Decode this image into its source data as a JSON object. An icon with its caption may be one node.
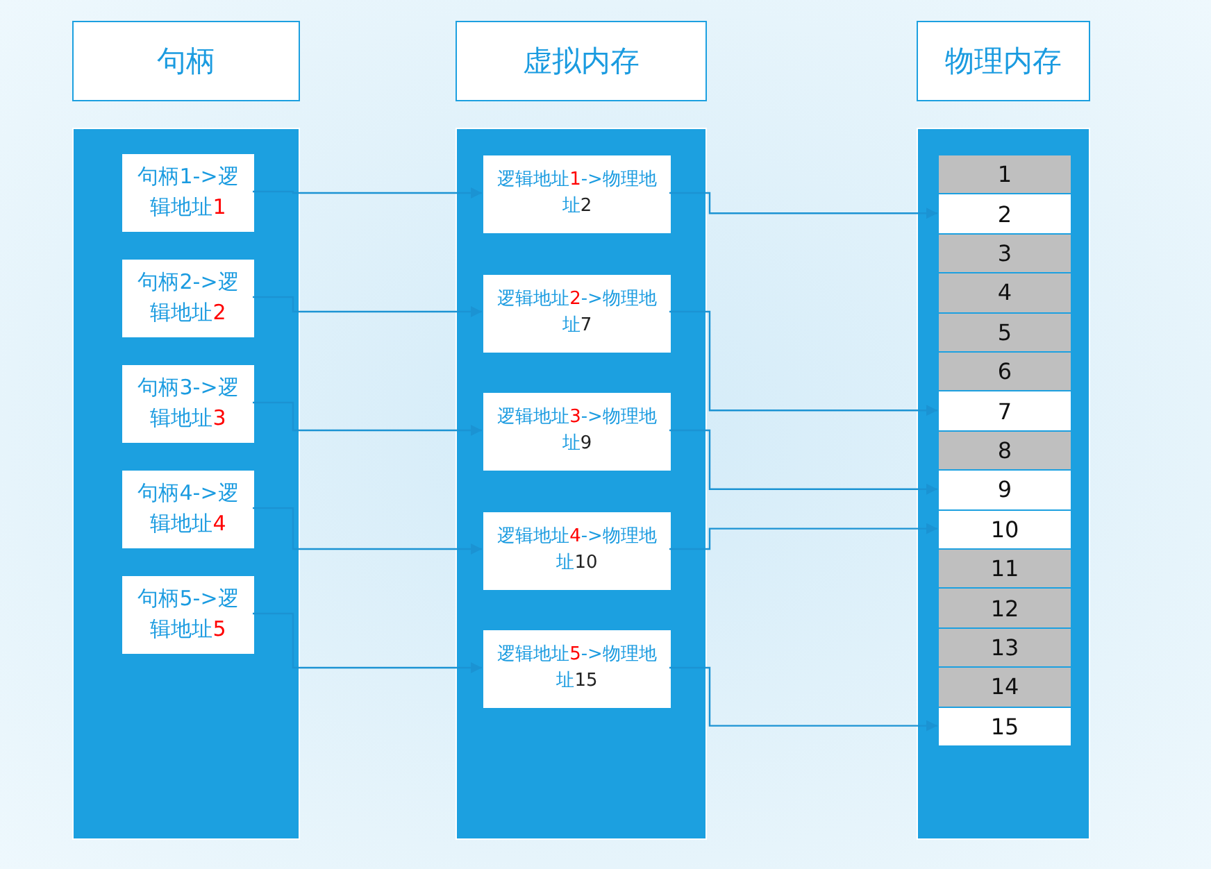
{
  "diagram": {
    "nodes": [
      {
        "text": [
          "句柄"
        ]
      },
      {
        "text": [
          "虚拟内存"
        ]
      },
      {
        "text": [
          "物理内存"
        ]
      },
      {
        "text": [],
        "shape": "box"
      },
      {
        "text": [],
        "shape": "box"
      },
      {
        "text": [],
        "shape": "box"
      },
      {
        "text": [
          "句柄1->逻辑地址1"
        ],
        "in": 3
      },
      {
        "text": [
          "句柄2->逻辑地址2"
        ],
        "in": 3
      },
      {
        "text": [
          "句柄3->逻辑地址3"
        ],
        "in": 3
      },
      {
        "text": [
          "句柄4->逻辑地址4"
        ],
        "in": 3
      },
      {
        "text": [
          "句柄5->逻辑地址5"
        ],
        "in": 3
      },
      {
        "text": [
          "逻辑地址1->物理地址2"
        ],
        "in": 4
      },
      {
        "text": [
          "逻辑地址2->物理地址7"
        ],
        "in": 4
      },
      {
        "text": [
          "逻辑地址3->物理地址9"
        ],
        "in": 4
      },
      {
        "text": [
          "逻辑地址4->物理地址10"
        ],
        "in": 4
      },
      {
        "text": [
          "逻辑地址5->物理地址15"
        ],
        "in": 4
      },
      {
        "text": [
          "1"
        ],
        "in": 5
      },
      {
        "text": [
          "2"
        ],
        "in": 5
      },
      {
        "text": [
          "3"
        ],
        "in": 5
      },
      {
        "text": [
          "4"
        ],
        "in": 5
      },
      {
        "text": [
          "5"
        ],
        "in": 5
      },
      {
        "text": [
          "6"
        ],
        "in": 5
      },
      {
        "text": [
          "7"
        ],
        "in": 5
      },
      {
        "text": [
          "8"
        ],
        "in": 5
      },
      {
        "text": [
          "9"
        ],
        "in": 5
      },
      {
        "text": [
          "10"
        ],
        "in": 5
      },
      {
        "text": [
          "11"
        ],
        "in": 5
      },
      {
        "text": [
          "12"
        ],
        "in": 5
      },
      {
        "text": [
          "13"
        ],
        "in": 5
      },
      {
        "text": [
          "14"
        ],
        "in": 5
      },
      {
        "text": [
          "15"
        ],
        "in": 5
      }
    ],
    "edges": [
      {
        "from": 6,
        "to": 11,
        "arrow": "to"
      },
      {
        "from": 7,
        "to": 12,
        "arrow": "to"
      },
      {
        "from": 8,
        "to": 13,
        "arrow": "to"
      },
      {
        "from": 9,
        "to": 14,
        "arrow": "to"
      },
      {
        "from": 10,
        "to": 15,
        "arrow": "to"
      },
      {
        "from": 11,
        "to": 17,
        "arrow": "to"
      },
      {
        "from": 12,
        "to": 22,
        "arrow": "to"
      },
      {
        "from": 13,
        "to": 24,
        "arrow": "to"
      },
      {
        "from": 14,
        "to": 25,
        "arrow": "to"
      },
      {
        "from": 15,
        "to": 30,
        "arrow": "to"
      }
    ]
  }
}
